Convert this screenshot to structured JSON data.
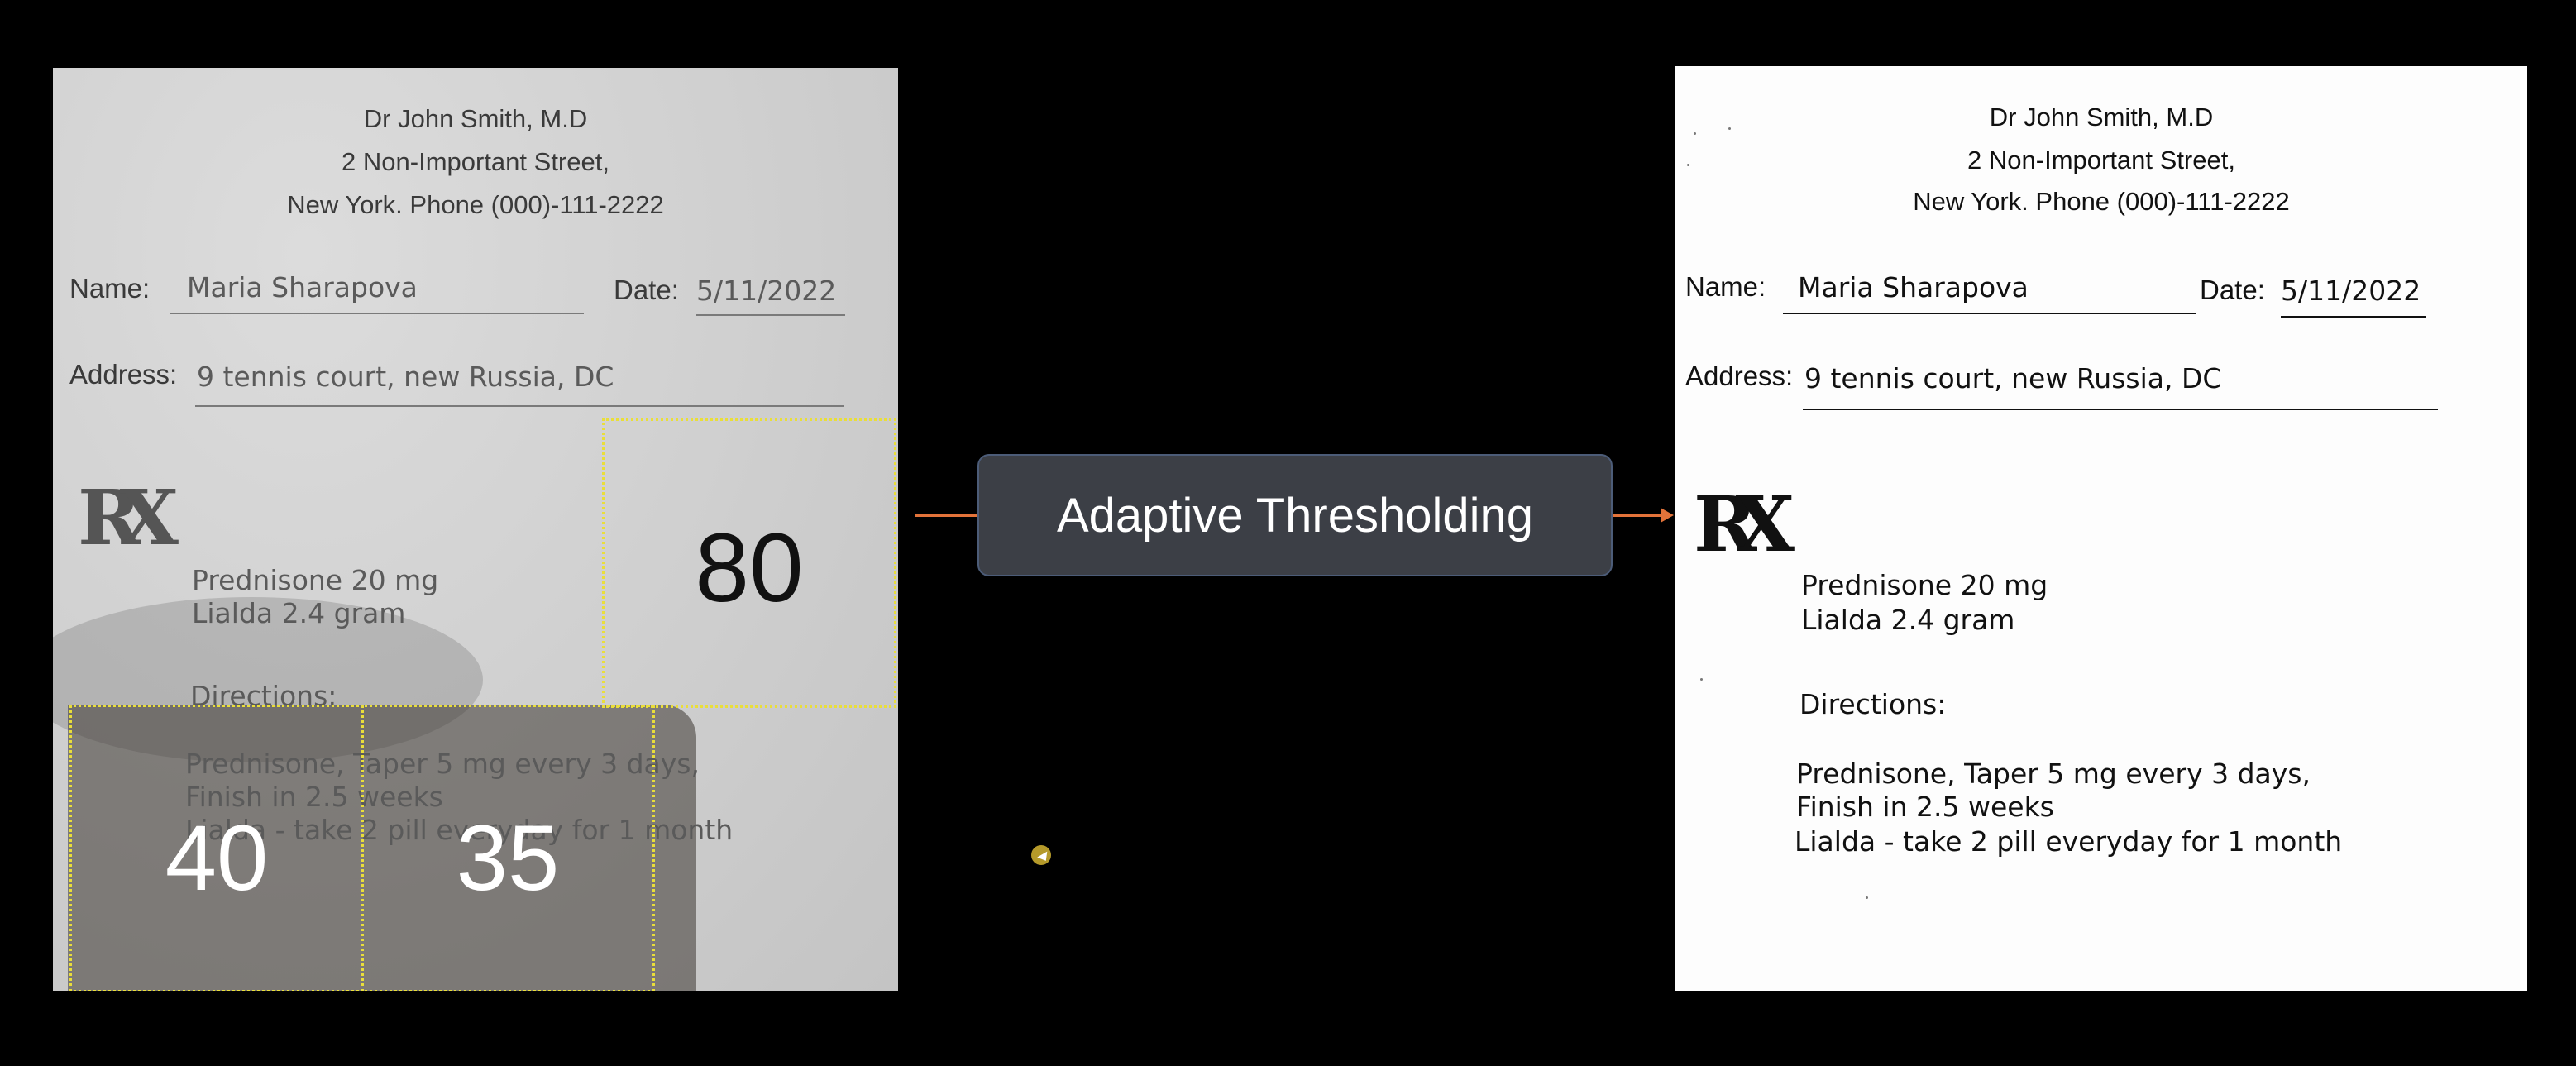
{
  "document": {
    "doctor": "Dr John Smith, M.D",
    "street": "2 Non-Important Street,",
    "city_phone": "New York. Phone (000)-111-2222",
    "name_label": "Name:",
    "name_value": "Maria Sharapova",
    "date_label": "Date:",
    "date_value": "5/11/2022",
    "address_label": "Address:",
    "address_value": "9 tennis court, new Russia, DC",
    "rx_symbol": "RX",
    "med_1": "Prednisone 20 mg",
    "med_2": "Lialda 2.4 gram",
    "directions_label": "Directions:",
    "dir_1": "Prednisone, Taper 5 mg every 3 days,",
    "dir_2": "Finish in 2.5 weeks",
    "dir_3": "Lialda - take 2 pill everyday for 1 month"
  },
  "threshold_blocks": [
    {
      "value": "80"
    },
    {
      "value": "40"
    },
    {
      "value": "35"
    }
  ],
  "process": {
    "label": "Adaptive Thresholding"
  },
  "colors": {
    "background": "#000000",
    "block_border": "#e9de3a",
    "arrow": "#e2733a",
    "process_box": "#3c3f46"
  }
}
